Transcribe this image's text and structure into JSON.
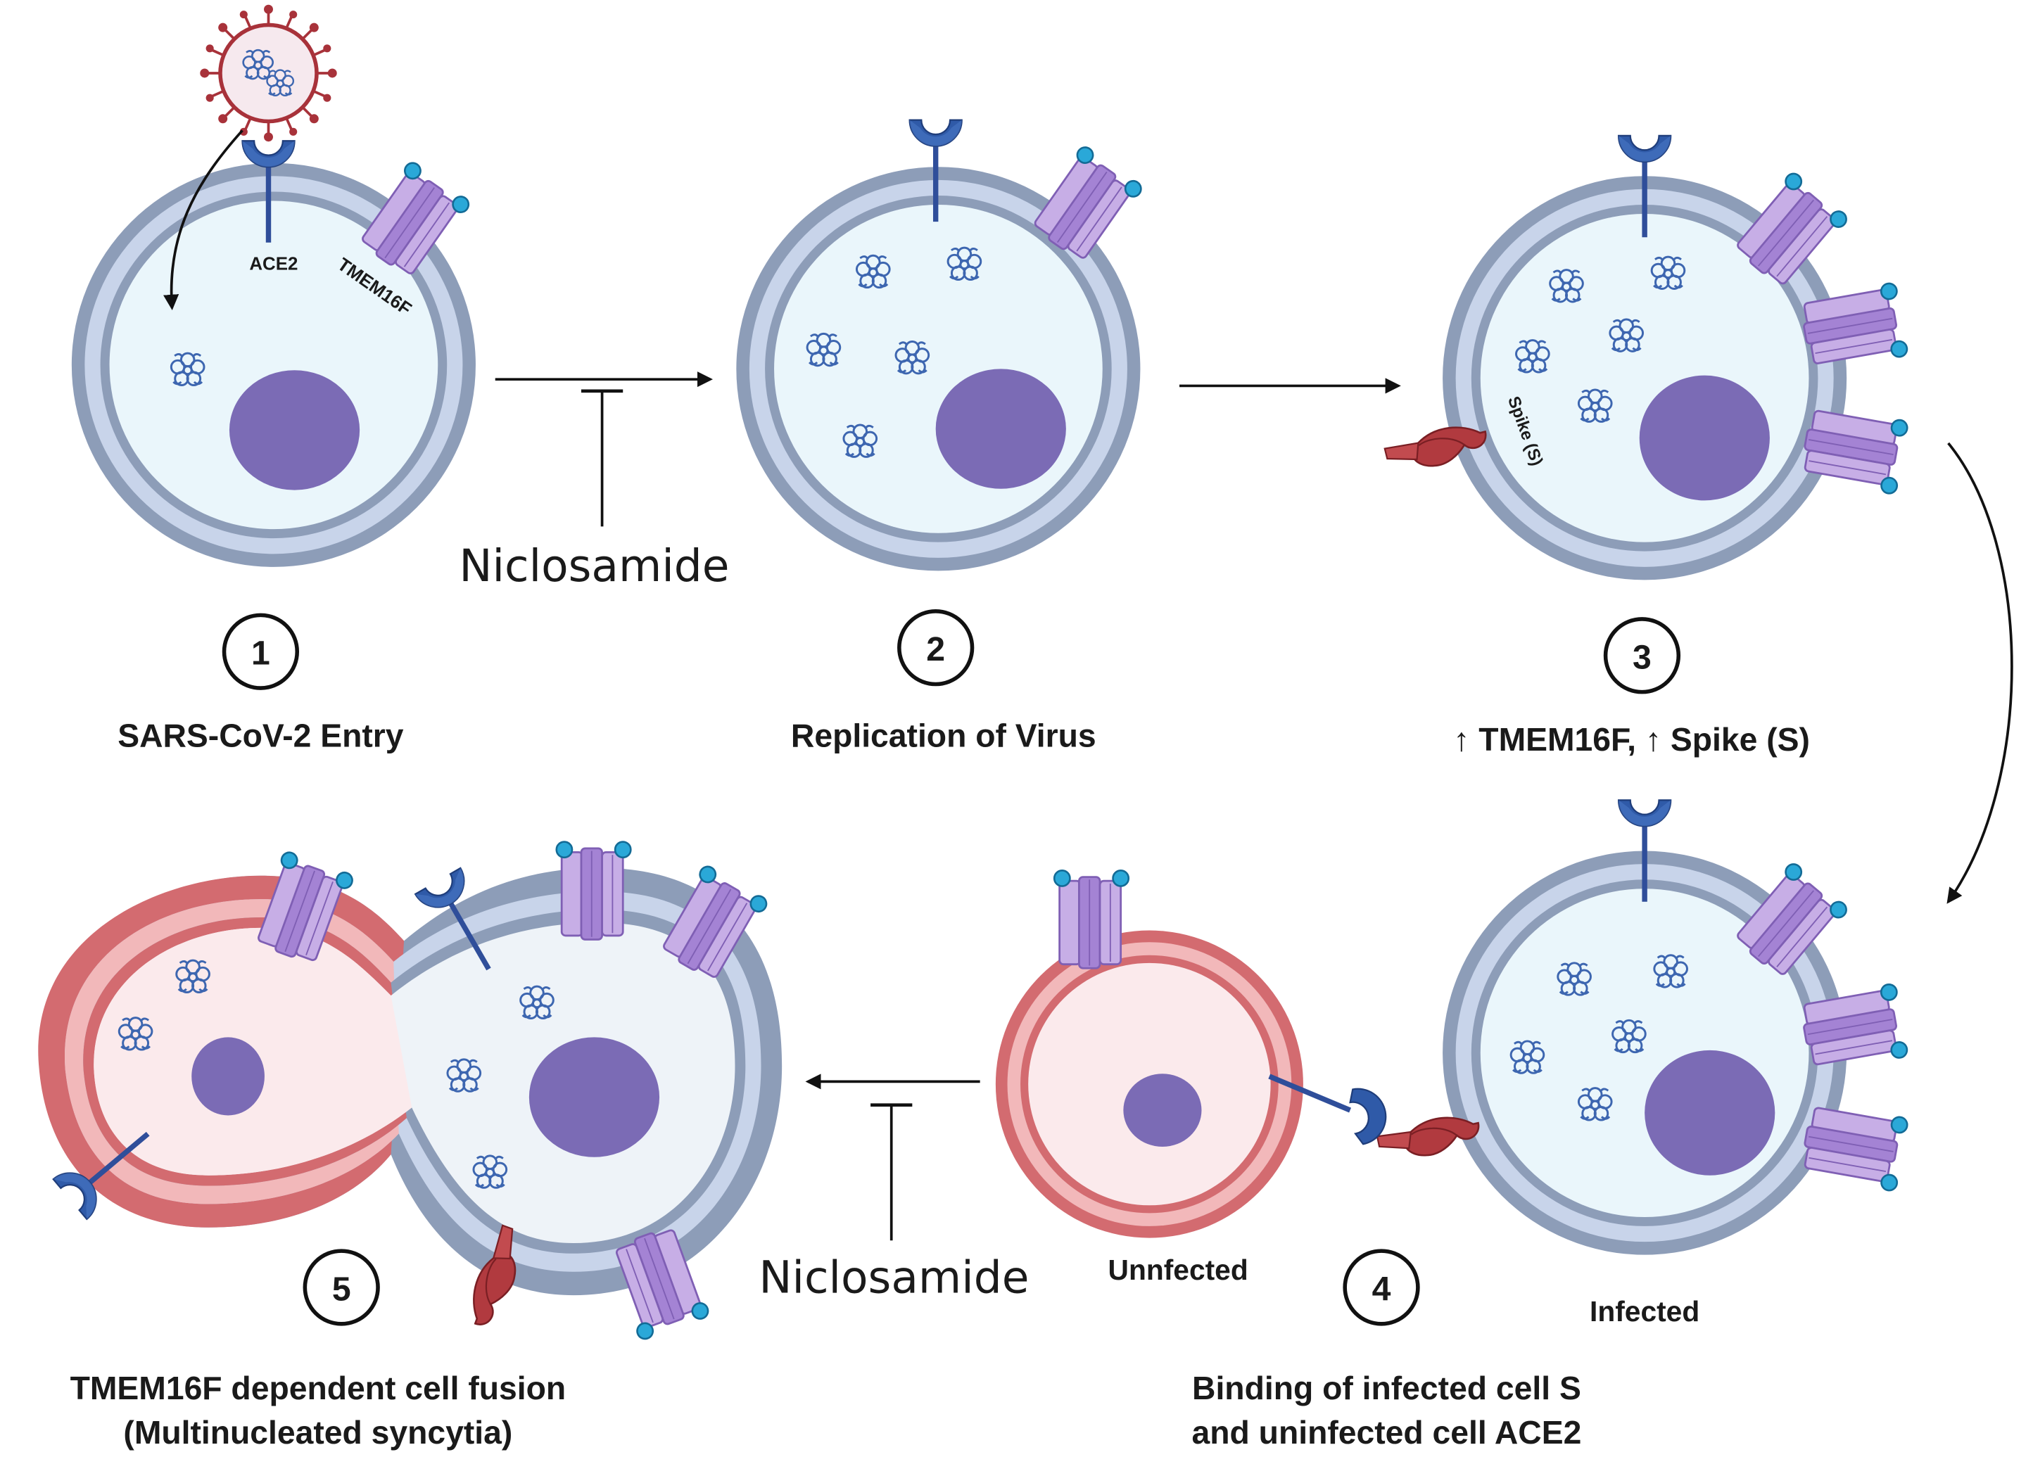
{
  "labels": {
    "ace2": "ACE2",
    "tmem16f": "TMEM16F",
    "spike": "Spike (S)",
    "unfected": "Unnfected",
    "infected": "Infected"
  },
  "drugs": {
    "top": "Niclosamide",
    "bottom": "Niclosamide"
  },
  "steps": [
    {
      "number": "1",
      "caption_lines": [
        "SARS-CoV-2 Entry"
      ]
    },
    {
      "number": "2",
      "caption_lines": [
        "Replication of Virus"
      ]
    },
    {
      "number": "3",
      "caption_lines": [
        "↑ TMEM16F, ↑ Spike (S)"
      ]
    },
    {
      "number": "4",
      "caption_lines": [
        "Binding of infected cell S",
        "and uninfected cell ACE2"
      ]
    },
    {
      "number": "5",
      "caption_lines": [
        "TMEM16F dependent cell fusion",
        "(Multinucleated syncytia)"
      ]
    }
  ],
  "colors": {
    "membrane_infected": "#8d9db8",
    "membrane_inner": "#c3cfe6",
    "membrane_uninfected": "#d36b70",
    "membrane_uninfected_inner": "#f2b8ba",
    "cytoplasm_infected": "#eaf6fb",
    "cytoplasm_uninfected": "#fbeaec",
    "nucleus": "#7b6bb5",
    "ace2": "#2f4e9a",
    "tmem16f": "#9b7cc9",
    "spike": "#a8323a",
    "virus_particle": "#3d66b0"
  }
}
